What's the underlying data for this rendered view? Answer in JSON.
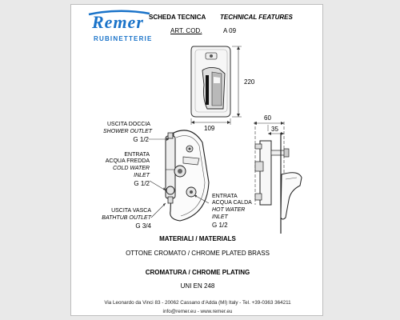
{
  "brand": {
    "name": "Remer",
    "subtitle": "RUBINETTERIE",
    "color": "#1a73c9"
  },
  "header": {
    "title_it": "SCHEDA TECNICA",
    "title_en": "TECHNICAL FEATURES",
    "art_label": "ART. COD.",
    "art_code": "A 09"
  },
  "dimensions": {
    "height": "220",
    "width": "109",
    "depth_total": "60",
    "depth_body": "35"
  },
  "labels": {
    "shower": {
      "it": "USCITA DOCCIA",
      "en": "SHOWER OUTLET",
      "size": "G 1/2"
    },
    "cold": {
      "it1": "ENTRATA",
      "it2": "ACQUA FREDDA",
      "en1": "COLD WATER",
      "en2": "INLET",
      "size": "G 1/2"
    },
    "hot": {
      "it1": "ENTRATA",
      "it2": "ACQUA CALDA",
      "en1": "HOT WATER",
      "en2": "INLET",
      "size": "G 1/2"
    },
    "bathtub": {
      "it": "USCITA VASCA",
      "en": "BATHTUB OUTLET",
      "size": "G 3/4"
    }
  },
  "materials": {
    "heading": "MATERIALI / MATERIALS",
    "material": "OTTONE CROMATO / CHROME PLATED BRASS",
    "plating": "CROMATURA / CHROME PLATING",
    "standard": "UNI EN 248"
  },
  "footer": {
    "address": "Via Leonardo da Vinci 83 - 20062 Cassano d'Adda (MI) Italy - Tel. +39-0363 364211",
    "contact": "info@remer.eu   -   www.remer.eu"
  }
}
